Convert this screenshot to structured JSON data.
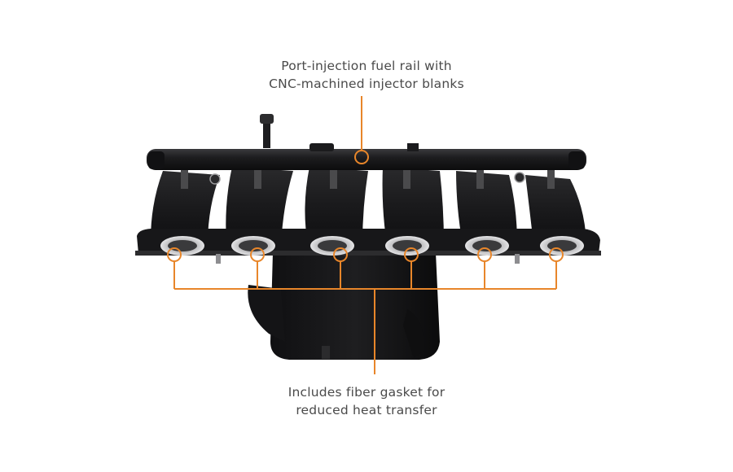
{
  "callouts": {
    "top": {
      "line1": "Port-injection fuel rail with",
      "line2": "CNC-machined injector blanks"
    },
    "bottom": {
      "line1": "Includes fiber gasket for",
      "line2": "reduced heat transfer"
    }
  },
  "colors": {
    "accent": "#e8862a",
    "part_body": "#1c1c1e",
    "text": "#4a4a4a",
    "background": "#ffffff"
  }
}
